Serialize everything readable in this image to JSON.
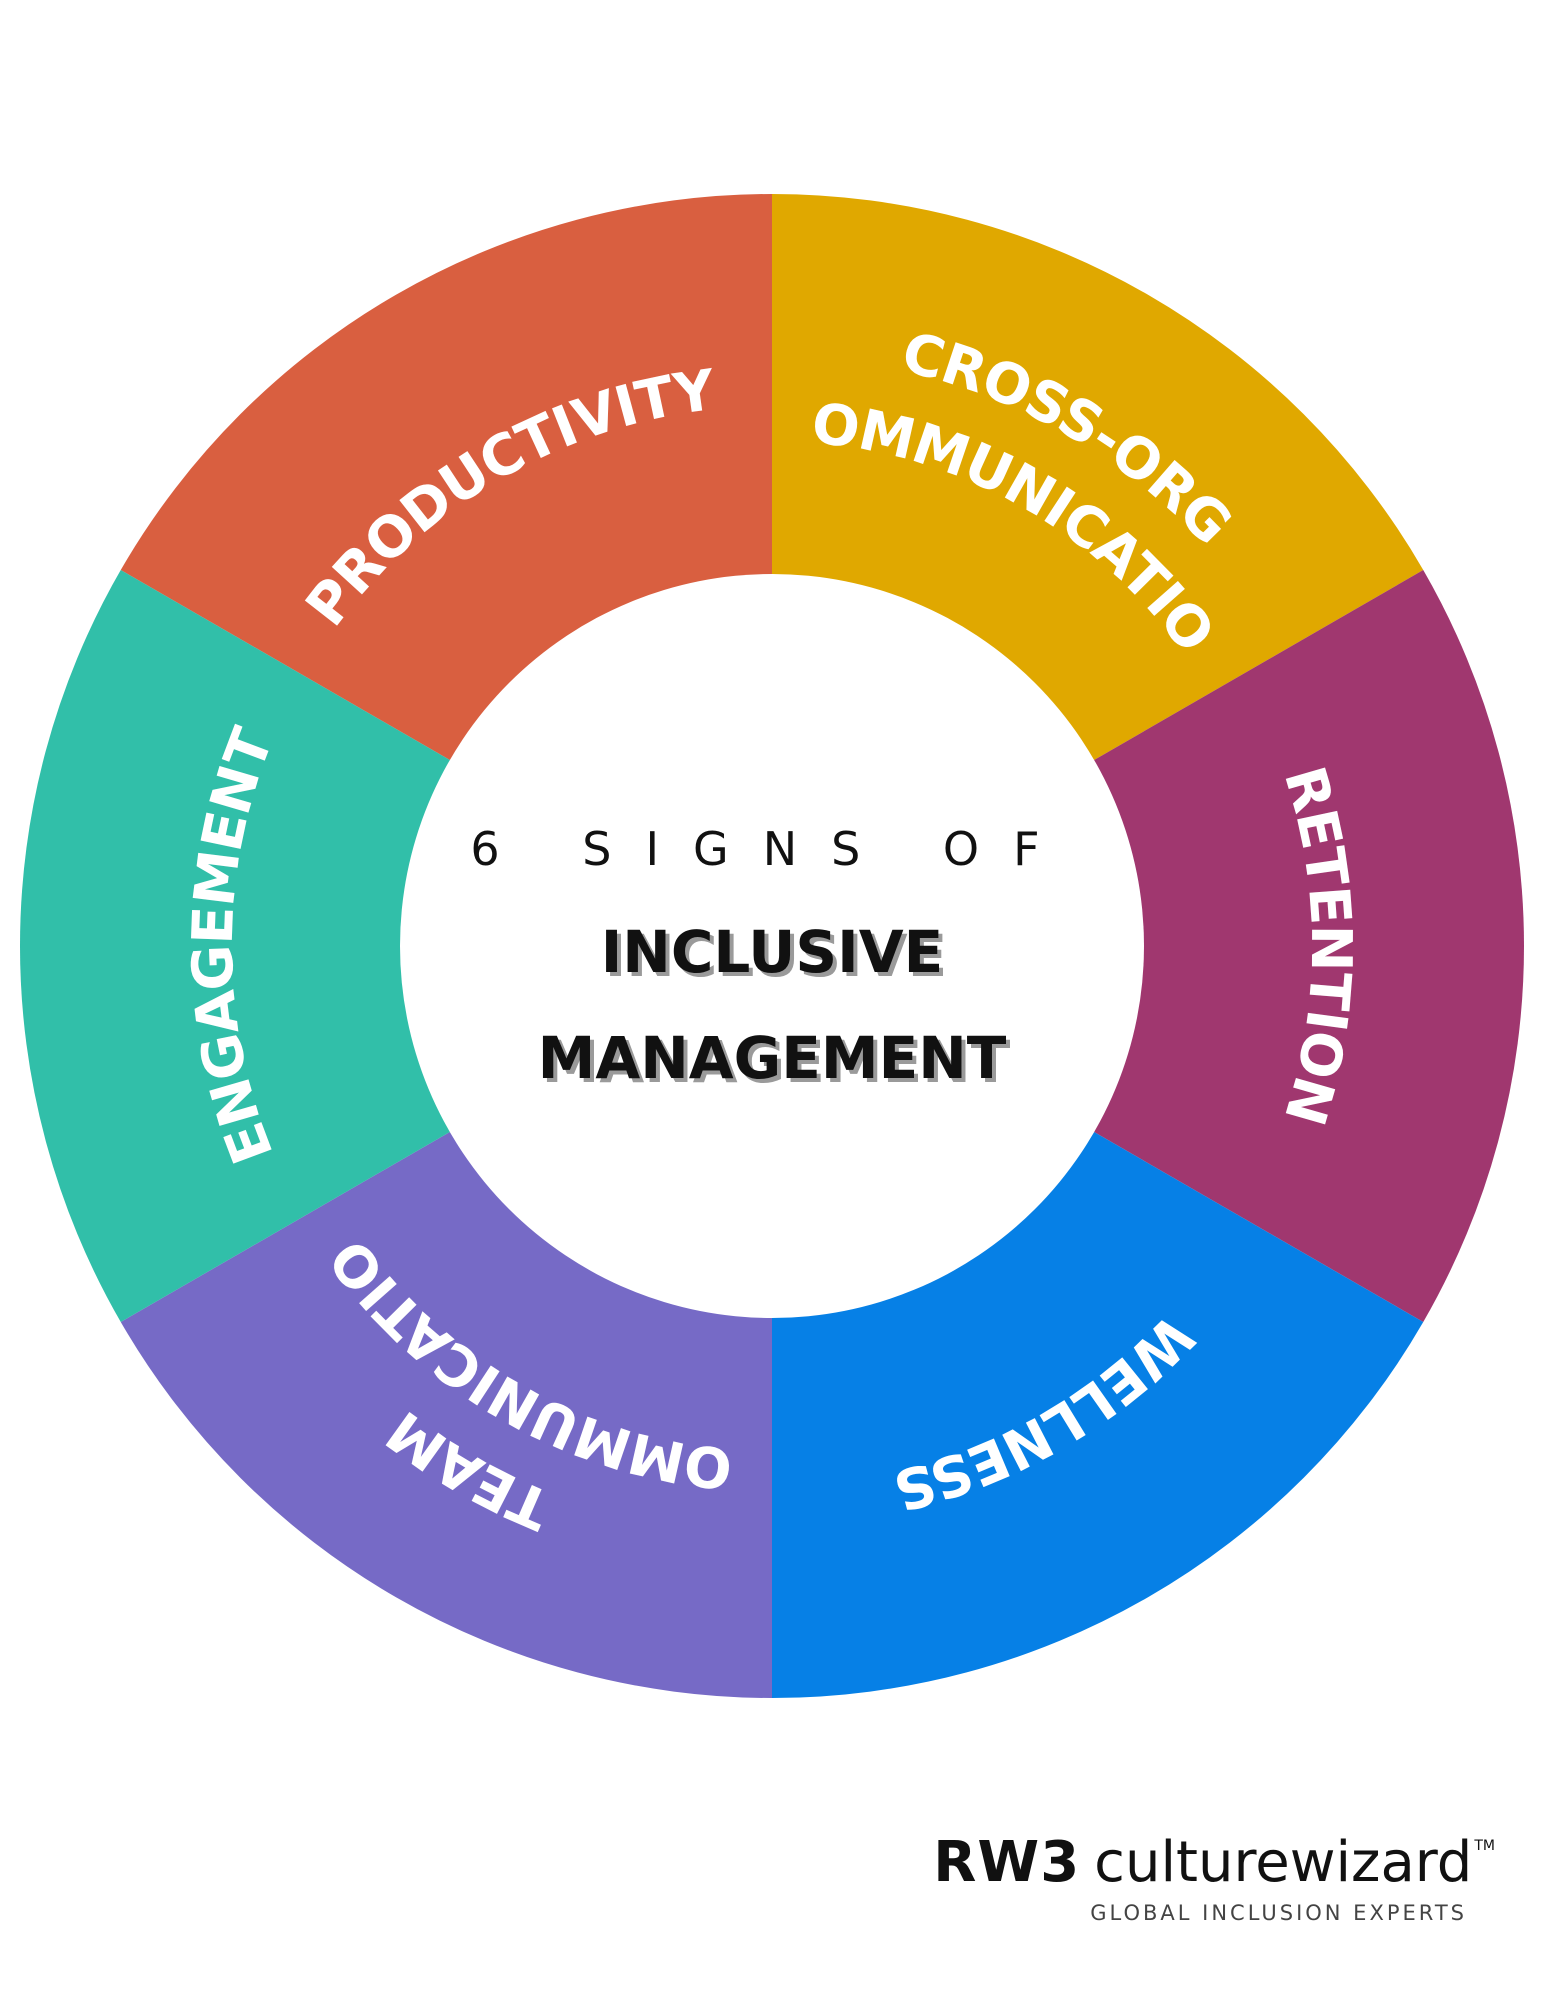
{
  "center": {
    "kicker": "6 SIGNS OF",
    "title_line1": "INCLUSIVE",
    "title_line2": "MANAGEMENT"
  },
  "segments": [
    {
      "id": "productivity",
      "lines": [
        "PRODUCTIVITY"
      ],
      "color": "#D95F40"
    },
    {
      "id": "cross-org-communication",
      "lines": [
        "CROSS-ORG",
        "COMMUNICATION"
      ],
      "color": "#E0A800"
    },
    {
      "id": "retention",
      "lines": [
        "RETENTION"
      ],
      "color": "#A0376F"
    },
    {
      "id": "wellness",
      "lines": [
        "WELLNESS"
      ],
      "color": "#0680E6"
    },
    {
      "id": "team-communication",
      "lines": [
        "TEAM",
        "COMMUNICATION"
      ],
      "color": "#766AC6"
    },
    {
      "id": "engagement",
      "lines": [
        "ENGAGEMENT"
      ],
      "color": "#31BFA9"
    }
  ],
  "brand": {
    "prefix": "RW3",
    "name": "culturewizard",
    "trademark": "TM",
    "tagline": "GLOBAL INCLUSION EXPERTS"
  }
}
